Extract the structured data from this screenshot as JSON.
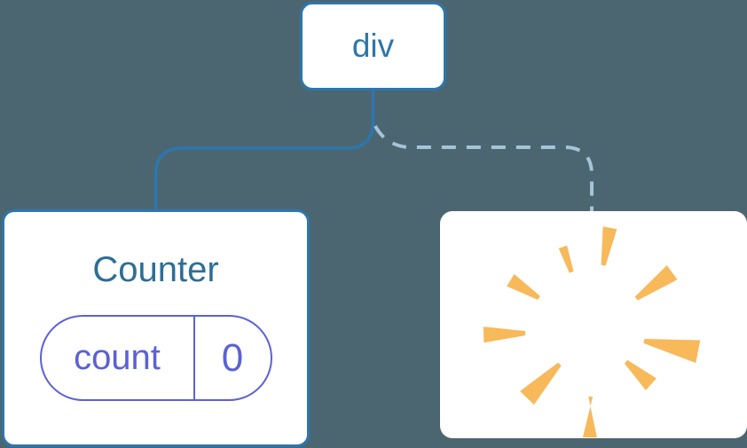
{
  "diagram": {
    "root": {
      "label": "div"
    },
    "counter": {
      "title": "Counter",
      "state_key": "count",
      "state_value": "0"
    },
    "removed": {
      "icon": "poof-starburst"
    }
  },
  "colors": {
    "background": "#4B6670",
    "card": "#FFFFFF",
    "node_border": "#2D76AE",
    "node_text": "#2E76AD",
    "counter_text": "#2D6E96",
    "state_accent": "#5B61D6",
    "dash": "#A4C4D9",
    "poof": "#F8B95B"
  }
}
